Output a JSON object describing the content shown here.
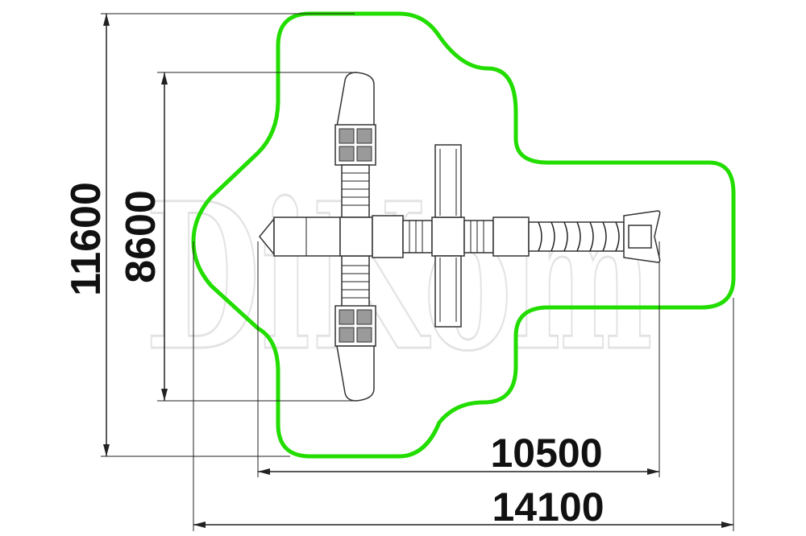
{
  "drawing": {
    "watermark": "DiKom",
    "outline_color": "#22dd00",
    "dimensions": {
      "outer_height": "11600",
      "inner_height": "8600",
      "inner_width": "10500",
      "outer_width": "14100"
    }
  }
}
